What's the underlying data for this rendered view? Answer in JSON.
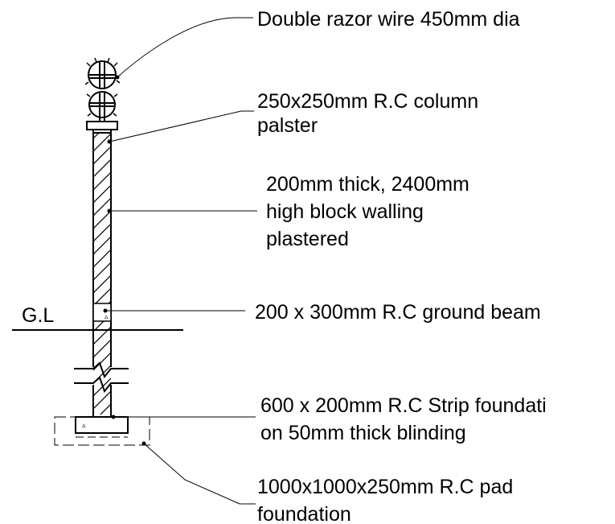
{
  "ground_level": "G.L",
  "annotations": {
    "razor_wire": {
      "lines": [
        "Double razor wire 450mm dia"
      ]
    },
    "column": {
      "lines": [
        "250x250mm R.C column",
        "palster"
      ]
    },
    "block_wall": {
      "lines": [
        "200mm thick, 2400mm",
        "high block walling",
        "plastered"
      ]
    },
    "ground_beam": {
      "lines": [
        "200 x 300mm R.C ground beam"
      ]
    },
    "strip_foundation": {
      "lines": [
        "600 x 200mm R.C Strip foundati",
        "on 50mm thick blinding"
      ]
    },
    "pad_foundation": {
      "lines": [
        "1000x1000x250mm R.C pad",
        "foundation"
      ]
    }
  },
  "colors": {
    "line": "#000000",
    "background": "#ffffff"
  }
}
